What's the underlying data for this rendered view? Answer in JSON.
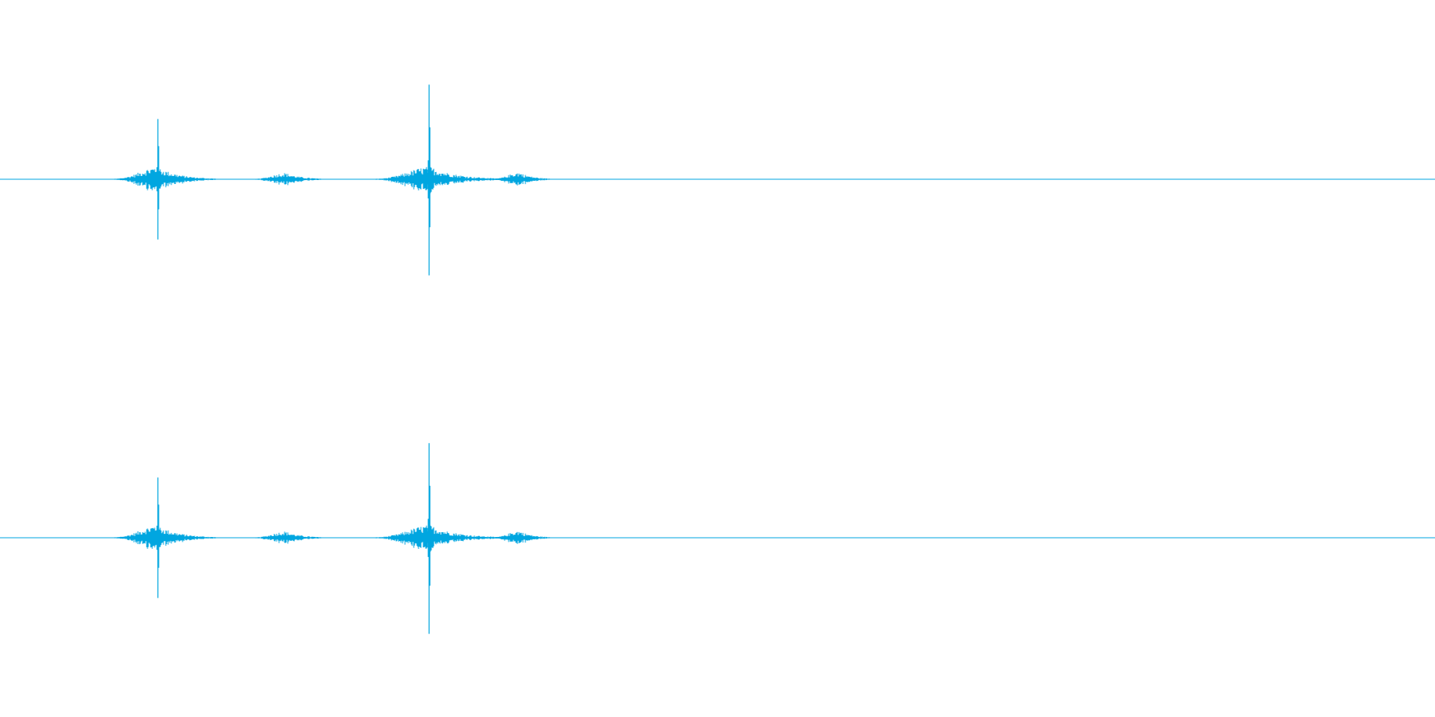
{
  "waveform": {
    "color": "#00a6e0",
    "background": "#ffffff",
    "channels": [
      {
        "name": "",
        "bursts": [
          {
            "center": 0.11,
            "half_width": 0.04,
            "noise_amp": 0.09,
            "spike_pos": 0.11,
            "spike_up": 0.42,
            "spike_down": 0.42
          },
          {
            "center": 0.199,
            "half_width": 0.03,
            "noise_amp": 0.045,
            "spike_pos": null,
            "spike_up": 0,
            "spike_down": 0
          },
          {
            "center": 0.3,
            "half_width": 0.05,
            "noise_amp": 0.09,
            "spike_pos": 0.299,
            "spike_up": 0.66,
            "spike_down": 0.67
          },
          {
            "center": 0.362,
            "half_width": 0.025,
            "noise_amp": 0.05,
            "spike_pos": null,
            "spike_up": 0,
            "spike_down": 0
          }
        ]
      },
      {
        "name": "",
        "bursts": [
          {
            "center": 0.11,
            "half_width": 0.04,
            "noise_amp": 0.09,
            "spike_pos": 0.11,
            "spike_up": 0.42,
            "spike_down": 0.42
          },
          {
            "center": 0.199,
            "half_width": 0.03,
            "noise_amp": 0.045,
            "spike_pos": null,
            "spike_up": 0,
            "spike_down": 0
          },
          {
            "center": 0.3,
            "half_width": 0.05,
            "noise_amp": 0.09,
            "spike_pos": 0.299,
            "spike_up": 0.66,
            "spike_down": 0.67
          },
          {
            "center": 0.362,
            "half_width": 0.025,
            "noise_amp": 0.05,
            "spike_pos": null,
            "spike_up": 0,
            "spike_down": 0
          }
        ]
      }
    ]
  }
}
